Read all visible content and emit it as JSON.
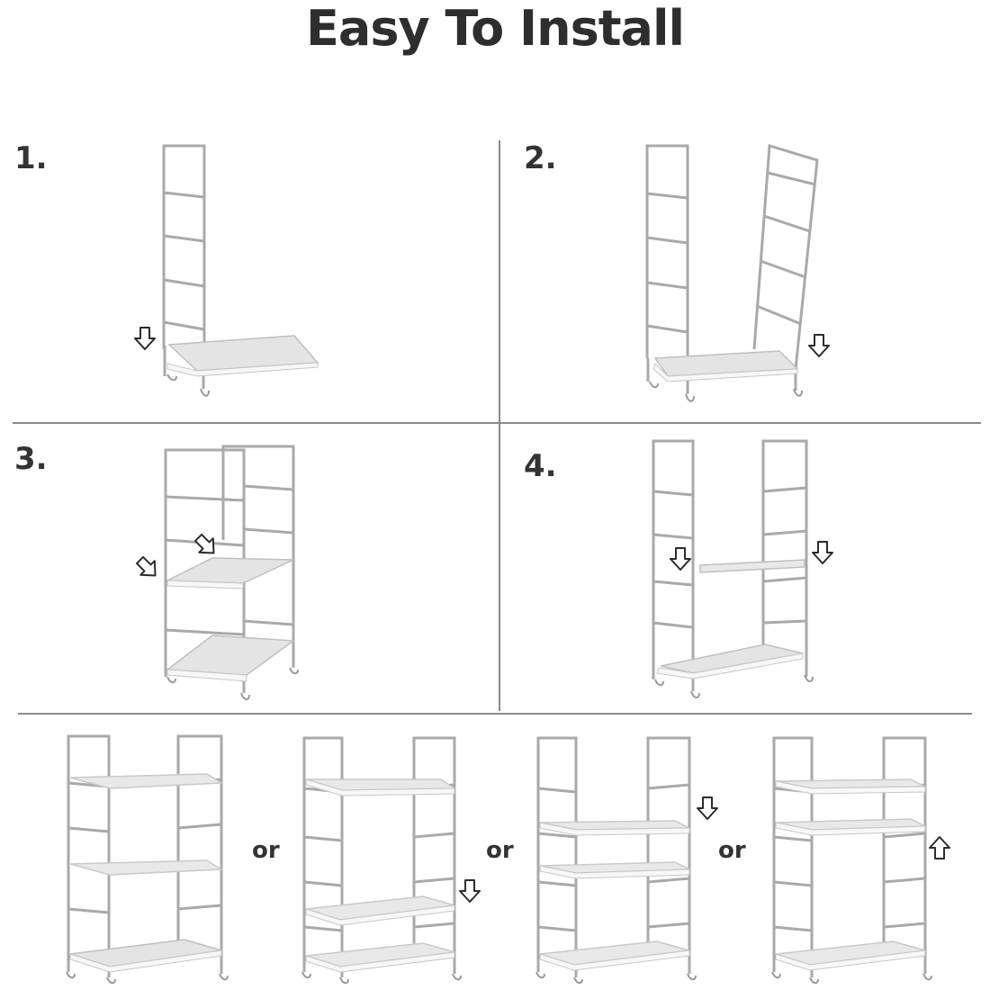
{
  "title": "Easy To Install",
  "steps": [
    "1.",
    "2.",
    "3.",
    "4."
  ],
  "or_label": "or",
  "colors": {
    "frame": "#a9a9a9",
    "shelf_fill": "#e4e4e4",
    "shelf_edge": "#f7f7f7",
    "divider": "#8a8a8a",
    "arrow": "#2b2b2b"
  },
  "icons": [
    "down-arrow-icon",
    "up-arrow-icon",
    "diagonal-arrow-icon"
  ]
}
